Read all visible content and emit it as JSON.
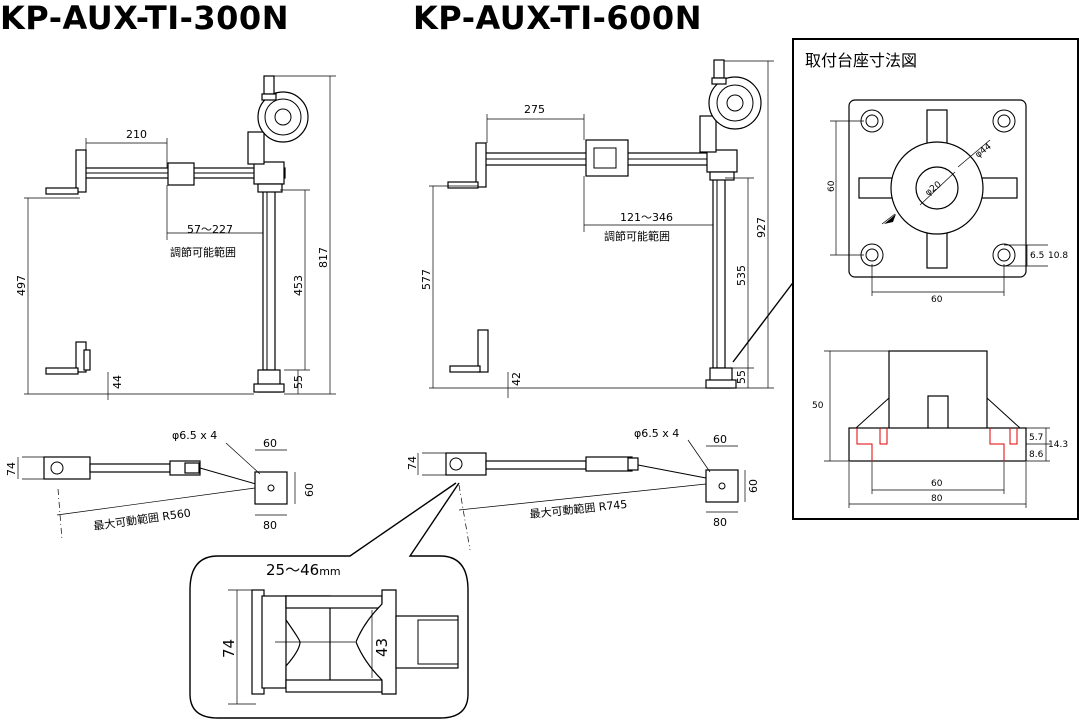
{
  "titles": {
    "left": "KP-AUX-TI-300N",
    "right": "KP-AUX-TI-600N"
  },
  "mount_panel": {
    "title": "取付台座寸法図"
  },
  "model_300": {
    "dim_arm": "210",
    "dim_adjust": "57～227",
    "adjust_label": "調節可能範囲",
    "dim_height_total": "817",
    "dim_height_pole": "453",
    "dim_height_left": "497",
    "dim_base": "55",
    "dim_bracket": "44",
    "hole_label": "φ6.5 x 4",
    "dim_plate_top": "60",
    "dim_plate_side": "60",
    "dim_plate_bottom": "80",
    "dim_clamp": "74",
    "radius_label": "最大可動範囲  R560"
  },
  "model_600": {
    "dim_arm": "275",
    "dim_adjust": "121～346",
    "adjust_label": "調節可能範囲",
    "dim_height_total": "927",
    "dim_height_pole": "535",
    "dim_height_left": "577",
    "dim_base": "55",
    "dim_bracket": "42",
    "hole_label": "φ6.5 x 4",
    "dim_plate_top": "60",
    "dim_plate_side": "60",
    "dim_plate_bottom": "80",
    "dim_clamp": "74",
    "radius_label": "最大可動範囲  R745"
  },
  "clamp_detail": {
    "range": "25～46",
    "unit": "mm",
    "dim_height": "74",
    "dim_inner": "43"
  },
  "mount_top": {
    "dim_44": "φ44",
    "dim_20": "φ20",
    "dim_60_left": "60",
    "dim_60_bottom": "60",
    "dim_65": "6.5",
    "dim_108": "10.8"
  },
  "mount_side": {
    "dim_50": "50",
    "dim_57": "5.7",
    "dim_86": "8.6",
    "dim_143": "14.3",
    "dim_60": "60",
    "dim_80": "80"
  }
}
